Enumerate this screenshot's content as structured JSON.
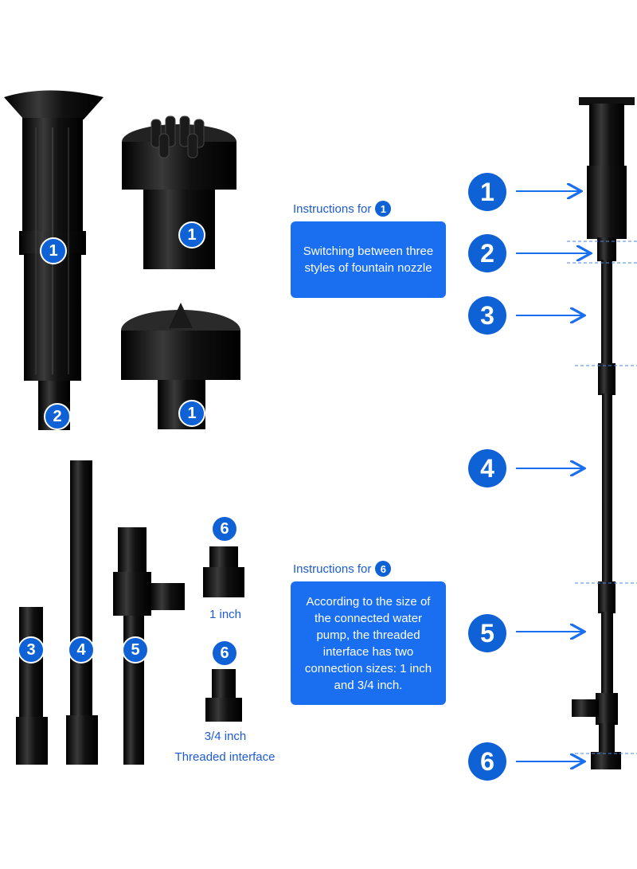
{
  "instructions_1": {
    "heading": "Instructions for",
    "badge": "1",
    "text": "Switching between three styles of fountain nozzle"
  },
  "instructions_6": {
    "heading": "Instructions for",
    "badge": "6",
    "text": "According to the size of the connected water pump, the threaded interface has two connection sizes: 1 inch and 3/4 inch."
  },
  "captions": {
    "one_inch": "1 inch",
    "three_quarter_inch": "3/4 inch",
    "threaded_interface": "Threaded interface"
  },
  "badges": {
    "b1": "1",
    "b2": "2",
    "b3": "3",
    "b4": "4",
    "b5": "5",
    "b6": "6"
  },
  "colors": {
    "accent": "#1a6ef0",
    "badge": "#0f62d6",
    "part": "#111111"
  }
}
